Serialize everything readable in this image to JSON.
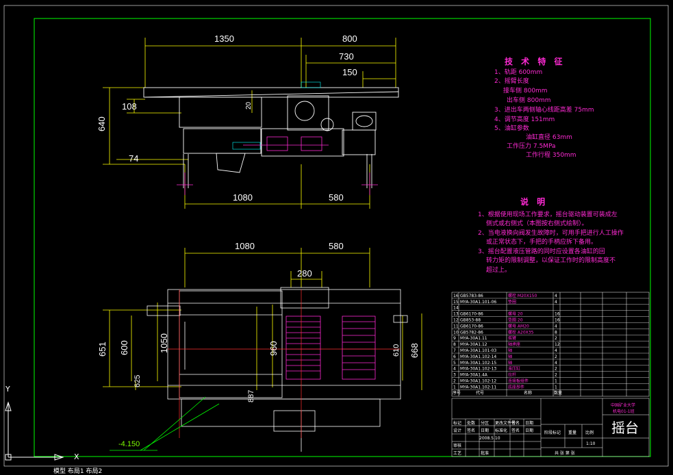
{
  "side_view": {
    "dims_top": [
      "1350",
      "800",
      "730",
      "150"
    ],
    "dims_left": [
      "108",
      "640",
      "74"
    ],
    "dim_small": "20",
    "dims_bottom": [
      "1080",
      "580"
    ]
  },
  "plan_view": {
    "dims_top": [
      "1080",
      "580",
      "280"
    ],
    "dims_left": [
      "651",
      "600",
      "1050",
      "625",
      "887"
    ],
    "dims_center": [
      "960"
    ],
    "dims_right": [
      "610",
      "668"
    ],
    "level": "-4.150"
  },
  "tech": {
    "title": "技 术 特 征",
    "lines": [
      "1、轨距 600mm",
      "2、摇臂长度",
      "接车侧 800mm",
      "出车侧 800mm",
      "3、进出车两侧轴心线距高差 75mm",
      "4、调节高度 151mm",
      "5、油缸参数"
    ],
    "params": [
      "油缸直径 63mm",
      "工作压力 7.5MPa",
      "工作行程 350mm"
    ]
  },
  "notes": {
    "title": "说  明",
    "lines": [
      "1、根据使用现场工作要求，摇台驱动装置可装成左",
      "侧式或右侧式（本图按右侧式绘制）。",
      "2、当电液换向阀发生故障时，可用手把进行人工操作",
      "或正常状态下，手把的手柄应拆下备用。",
      "3、摇台配置液压管路的同时应设置各油缸的回",
      "转力矩的限制调整，以保证工作时的限制高度不",
      "超过上。"
    ]
  },
  "bom": {
    "rows": [
      {
        "no": "16",
        "code": "GB5783-86",
        "name": "螺栓 M20X150",
        "qty": "4"
      },
      {
        "no": "15",
        "code": "MYA-30A1.101-06",
        "name": "垫圈",
        "qty": "4"
      },
      {
        "no": "14",
        "code": "",
        "name": "",
        "qty": ""
      },
      {
        "no": "13",
        "code": "GB6170-86",
        "name": "螺母 20",
        "qty": "16"
      },
      {
        "no": "12",
        "code": "GB853-88",
        "name": "垫圈 20",
        "qty": "16"
      },
      {
        "no": "11",
        "code": "GB6170-86",
        "name": "螺母 AM20",
        "qty": "4"
      },
      {
        "no": "10",
        "code": "GB5782-86",
        "name": "螺栓 A20X35",
        "qty": "8"
      },
      {
        "no": "9",
        "code": "MYA-30A1.11",
        "name": "摇臂",
        "qty": "2"
      },
      {
        "no": "8",
        "code": "MYA-30A1.12",
        "name": "轴承座",
        "qty": "12"
      },
      {
        "no": "7",
        "code": "MYA-30A1.101-03",
        "name": "轴",
        "qty": "4"
      },
      {
        "no": "6",
        "code": "MYA-30A1.102-14",
        "name": "轴",
        "qty": "2"
      },
      {
        "no": "5",
        "code": "MYA-30A1.102-15",
        "name": "轴",
        "qty": "4"
      },
      {
        "no": "4",
        "code": "MYA-30A1.102-13",
        "name": "液压缸",
        "qty": "2"
      },
      {
        "no": "3",
        "code": "MYA-30A1.4A",
        "name": "拉杆",
        "qty": "2"
      },
      {
        "no": "2",
        "code": "MYA-30A1.102-12",
        "name": "连接板组件",
        "qty": "1"
      },
      {
        "no": "1",
        "code": "MYA-30A1.102-11",
        "name": "底座部件",
        "qty": "1"
      }
    ],
    "header": {
      "no": "序号",
      "code": "代号",
      "name": "名称",
      "qty": "数量"
    }
  },
  "title_block": {
    "drawing_name": "摇台",
    "school": "中国矿业大学",
    "doc_no": "机电01-1班",
    "scale": "1:10",
    "labels_left": [
      "标记",
      "处数",
      "分区",
      "更改文件号",
      "签名",
      "日期"
    ],
    "labels_left2": [
      "设计",
      "签名",
      "日期",
      "标准化",
      "签名",
      "日期"
    ],
    "labels_left3": [
      "审核",
      "",
      "",
      "",
      "",
      ""
    ],
    "labels_left4": [
      "工艺",
      "",
      "批准",
      "",
      "",
      ""
    ],
    "date": "2008.5.10",
    "stage_labels": [
      "阶段标记",
      "重量",
      "比例"
    ],
    "sheet": "共 张  第 张"
  },
  "axis": {
    "x": "X",
    "y": "Y"
  },
  "command_line": "模型 布局1 布局2"
}
